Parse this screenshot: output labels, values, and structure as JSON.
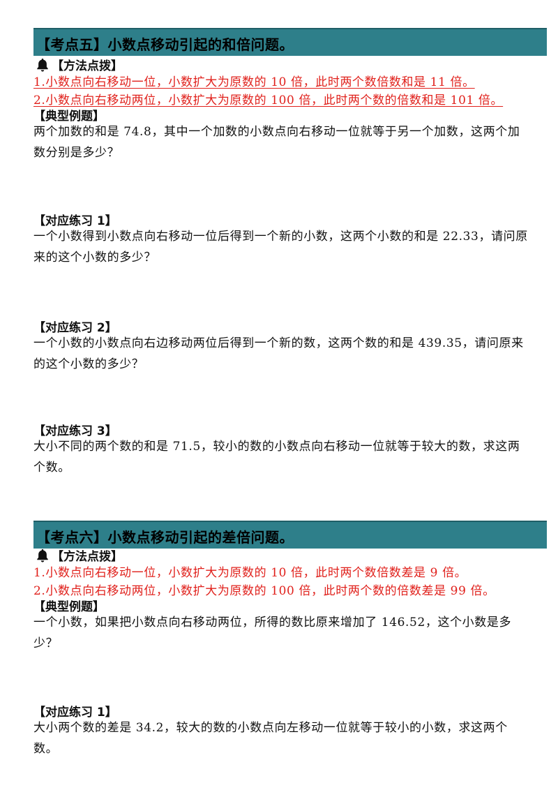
{
  "section5": {
    "title": "【考点五】小数点移动引起的和倍问题。",
    "method_label": "【方法点拨】",
    "method_lines": [
      "1.小数点向右移动一位，小数扩大为原数的 10 倍，此时两个数倍数和是 11 倍。",
      "2.小数点向右移动两位，小数扩大为原数的 100 倍，此时两个数的倍数和是 101 倍。"
    ],
    "example_label": "【典型例题】",
    "example_text": "两个加数的和是 74.8，其中一个加数的小数点向右移动一位就等于另一个加数，这两个加数分别是多少？",
    "practice": [
      {
        "label": "【对应练习 1】",
        "text": "一个小数得到小数点向右移动一位后得到一个新的小数，这两个小数的和是 22.33，请问原来的这个小数的多少？"
      },
      {
        "label": "【对应练习 2】",
        "text": "一个小数的小数点向右边移动两位后得到一个新的数，这两个数的和是 439.35，请问原来的这个小数的多少？"
      },
      {
        "label": "【对应练习 3】",
        "text": "大小不同的两个数的和是 71.5，较小的数的小数点向右移动一位就等于较大的数，求这两个数。"
      }
    ]
  },
  "section6": {
    "title": "【考点六】小数点移动引起的差倍问题。",
    "method_label": "【方法点拨】",
    "method_lines": [
      "1.小数点向右移动一位，小数扩大为原数的 10 倍，此时两个数倍数差是 9 倍。",
      "2.小数点向右移动两位，小数扩大为原数的 100 倍，此时两个数的倍数差是 99 倍。"
    ],
    "example_label": "【典型例题】",
    "example_text": "一个小数，如果把小数点向右移动两位，所得的数比原来增加了 146.52，这个小数是多少？",
    "practice": [
      {
        "label": "【对应练习 1】",
        "text": "大小两个数的差是 34.2，较大的数的小数点向左移动一位就等于较小的小数，求这两个数。"
      }
    ]
  },
  "colors": {
    "header_bg": "#2e7f8a",
    "highlight_red": "#e0201b"
  },
  "icons": {
    "method": "bell-icon"
  }
}
